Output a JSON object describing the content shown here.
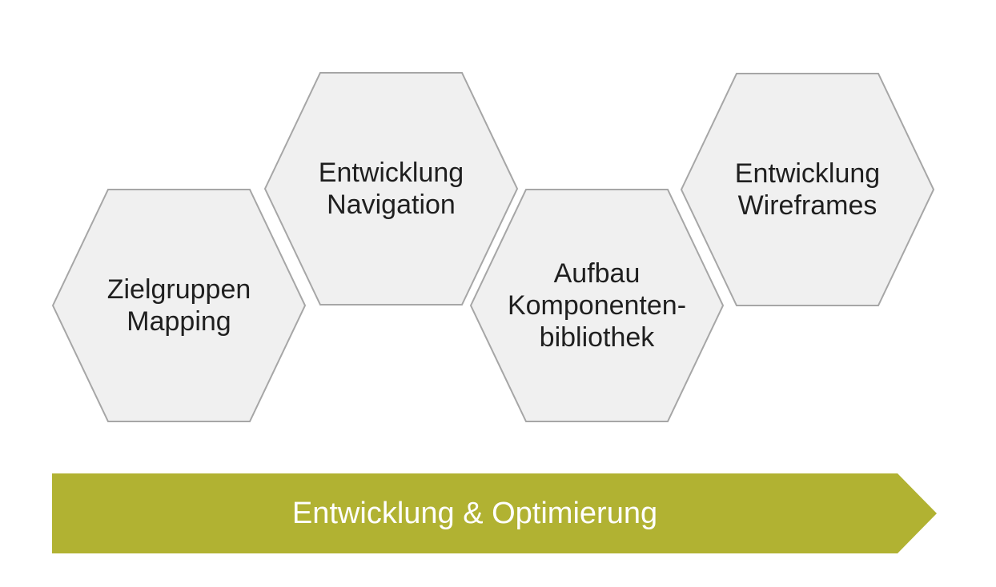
{
  "diagram": {
    "hexagons": [
      {
        "label": "Zielgruppen\nMapping"
      },
      {
        "label": "Entwicklung\nNavigation"
      },
      {
        "label": "Aufbau\nKomponenten-\nbibliothek"
      },
      {
        "label": "Entwicklung\nWireframes"
      }
    ],
    "banner": {
      "label": "Entwicklung & Optimierung"
    },
    "colors": {
      "hexagon_fill": "#f0f0f0",
      "hexagon_border": "#a6a6a6",
      "hexagon_text": "#1f1f1f",
      "banner_fill": "#b1b232",
      "banner_text": "#ffffff",
      "background": "#ffffff"
    }
  }
}
